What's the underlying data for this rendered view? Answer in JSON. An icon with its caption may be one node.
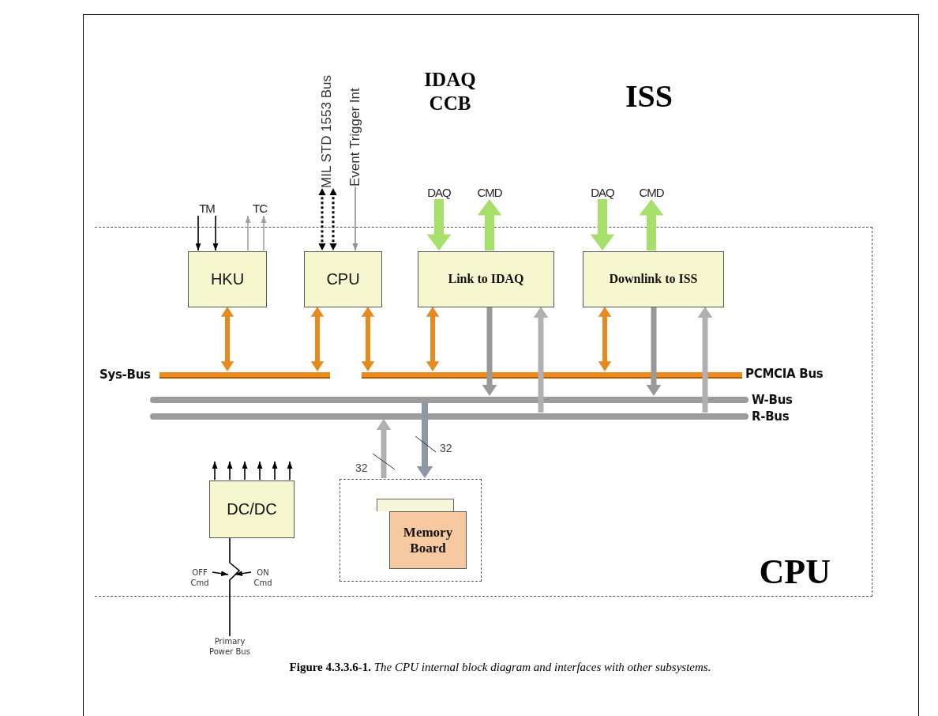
{
  "diagram": {
    "caption": "**Figure 4.3.3.6-1.** *The CPU internal block diagram and interfaces with other subsystems.*",
    "nodes": [
      {
        "text": [
          "CPU"
        ]
      },
      {
        "text": [
          "HKU"
        ],
        "in": 0
      },
      {
        "text": [
          "CPU"
        ],
        "in": 0
      },
      {
        "text": [
          "Link to IDAQ"
        ],
        "in": 0
      },
      {
        "text": [
          "Downlink to ISS"
        ],
        "in": 0
      },
      {
        "text": [
          "Sys-Bus"
        ],
        "in": 0
      },
      {
        "text": [
          "PCMCIA Bus"
        ],
        "in": 0
      },
      {
        "text": [
          "W-Bus"
        ],
        "in": 0
      },
      {
        "text": [
          "R-Bus"
        ],
        "in": 0
      },
      {
        "text": [
          "DC/DC"
        ],
        "in": 0
      },
      {
        "text": [],
        "shape": "box",
        "in": 0
      },
      {
        "text": [],
        "shape": "box",
        "in": 10
      },
      {
        "text": [
          "Memory Board"
        ],
        "in": 10
      },
      {
        "text": [
          "TM"
        ]
      },
      {
        "text": [
          "TC"
        ]
      },
      {
        "text": [
          "MIL STD 1553 Bus"
        ]
      },
      {
        "text": [
          "Event Trigger Int"
        ]
      },
      {
        "text": [
          "DAQ"
        ]
      },
      {
        "text": [
          "CMD"
        ]
      },
      {
        "text": [
          "DAQ"
        ]
      },
      {
        "text": [
          "CMD"
        ]
      },
      {
        "text": [
          "Primary Power Bus"
        ]
      },
      {
        "text": [
          "OFF Cmd"
        ],
        "in": 0
      },
      {
        "text": [
          "ON Cmd"
        ],
        "in": 0
      }
    ],
    "edges": [
      {
        "from": 13,
        "to": 1,
        "arrow": "to"
      },
      {
        "from": 13,
        "to": 1,
        "arrow": "to"
      },
      {
        "from": 1,
        "to": 14,
        "arrow": "to",
        "color": "#a0a0a0"
      },
      {
        "from": 1,
        "to": 14,
        "arrow": "to",
        "color": "#a0a0a0"
      },
      {
        "from": 15,
        "to": 2,
        "arrow": "both",
        "style": "dashed"
      },
      {
        "from": 15,
        "to": 2,
        "arrow": "both",
        "style": "dashed"
      },
      {
        "from": 16,
        "to": 2,
        "arrow": "to",
        "color": "#909090"
      },
      {
        "from": 17,
        "to": 3,
        "arrow": "to",
        "style": "thick",
        "color": "#a6e06a"
      },
      {
        "from": 3,
        "to": 18,
        "arrow": "to",
        "style": "thick",
        "color": "#a6e06a"
      },
      {
        "from": 19,
        "to": 4,
        "arrow": "to",
        "style": "thick",
        "color": "#a6e06a"
      },
      {
        "from": 4,
        "to": 20,
        "arrow": "to",
        "style": "thick",
        "color": "#a6e06a"
      },
      {
        "from": 1,
        "to": 5,
        "arrow": "both",
        "style": "thick",
        "color": "#e8891e"
      },
      {
        "from": 2,
        "to": 5,
        "arrow": "both",
        "style": "thick",
        "color": "#e8891e"
      },
      {
        "from": 2,
        "to": 6,
        "arrow": "both",
        "style": "thick",
        "color": "#e8891e"
      },
      {
        "from": 3,
        "to": 6,
        "arrow": "both",
        "style": "thick",
        "color": "#e8891e"
      },
      {
        "from": 4,
        "to": 6,
        "arrow": "both",
        "style": "thick",
        "color": "#e8891e"
      },
      {
        "from": 3,
        "to": 7,
        "arrow": "to",
        "style": "thick",
        "color": "#999999"
      },
      {
        "from": 8,
        "to": 3,
        "arrow": "to",
        "style": "thick",
        "color": "#b0b0b0"
      },
      {
        "from": 4,
        "to": 7,
        "arrow": "to",
        "style": "thick",
        "color": "#999999"
      },
      {
        "from": 8,
        "to": 4,
        "arrow": "to",
        "style": "thick",
        "color": "#b0b0b0"
      },
      {
        "from": 7,
        "to": 10,
        "arrow": "to",
        "style": "thick",
        "color": "#8d97a5",
        "label": "32"
      },
      {
        "from": 10,
        "to": 8,
        "arrow": "to",
        "style": "thick",
        "color": "#b0b0b0",
        "label": "32"
      },
      {
        "from": 9,
        "to": null,
        "arrow": "to"
      },
      {
        "from": 9,
        "to": null,
        "arrow": "to"
      },
      {
        "from": 9,
        "to": null,
        "arrow": "to"
      },
      {
        "from": 9,
        "to": null,
        "arrow": "to"
      },
      {
        "from": 9,
        "to": null,
        "arrow": "to"
      },
      {
        "from": 9,
        "to": null,
        "arrow": "to"
      },
      {
        "from": 21,
        "to": 9,
        "arrow": "none"
      },
      {
        "from": 22,
        "to": null,
        "arrow": "to"
      },
      {
        "from": 23,
        "to": null,
        "arrow": "to"
      }
    ],
    "labels": [
      "IDAQ CCB",
      "ISS"
    ]
  }
}
